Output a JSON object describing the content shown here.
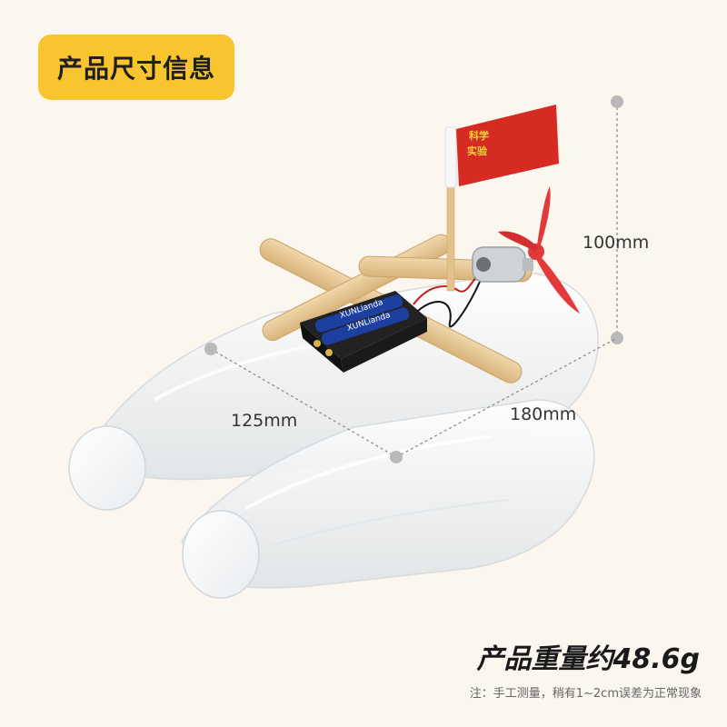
{
  "badge": {
    "title": "产品尺寸信息"
  },
  "flag": {
    "text_line1": "科学",
    "text_line2": "实验"
  },
  "battery": {
    "label1": "XUNLianda",
    "label2": "XUNLianda"
  },
  "dimensions": {
    "height": "100mm",
    "width": "125mm",
    "length": "180mm"
  },
  "weight": {
    "text": "产品重量约48.6g"
  },
  "note": {
    "text": "注：手工测量，稍有1~2cm误差为正常现象"
  },
  "colors": {
    "background": "#fbf6ee",
    "badge": "#f8c531",
    "flag": "#d62b22",
    "propeller": "#e23a3a",
    "wood": "#e8c896"
  }
}
